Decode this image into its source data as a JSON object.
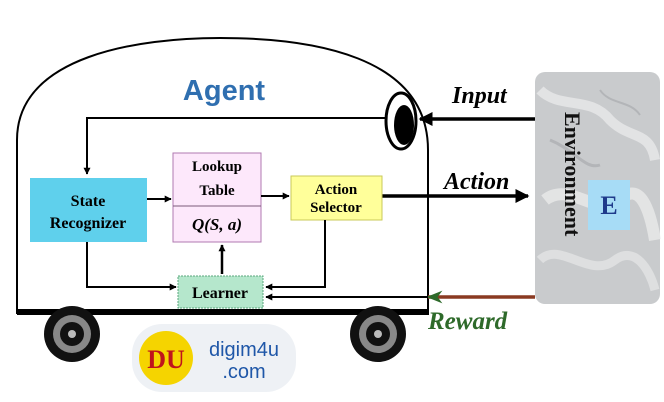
{
  "agent": {
    "title": "Agent"
  },
  "boxes": {
    "state_recognizer": {
      "line1": "State",
      "line2": "Recognizer",
      "color": "#5fd0ec"
    },
    "lookup_table": {
      "line1": "Lookup",
      "line2": "Table",
      "formula": "Q(S, a)",
      "color": "#fde8fb"
    },
    "action_selector": {
      "line1": "Action",
      "line2": "Selector",
      "color": "#ffff9a"
    },
    "learner": {
      "label": "Learner",
      "color": "#b5e7cc"
    }
  },
  "signals": {
    "input": "Input",
    "action": "Action",
    "reward": "Reward"
  },
  "environment": {
    "label": "Environment",
    "badge": "E",
    "badge_color": "#a7dcf6"
  },
  "logo": {
    "line1": "digim4u",
    "line2": ".com",
    "mark": "DU"
  }
}
